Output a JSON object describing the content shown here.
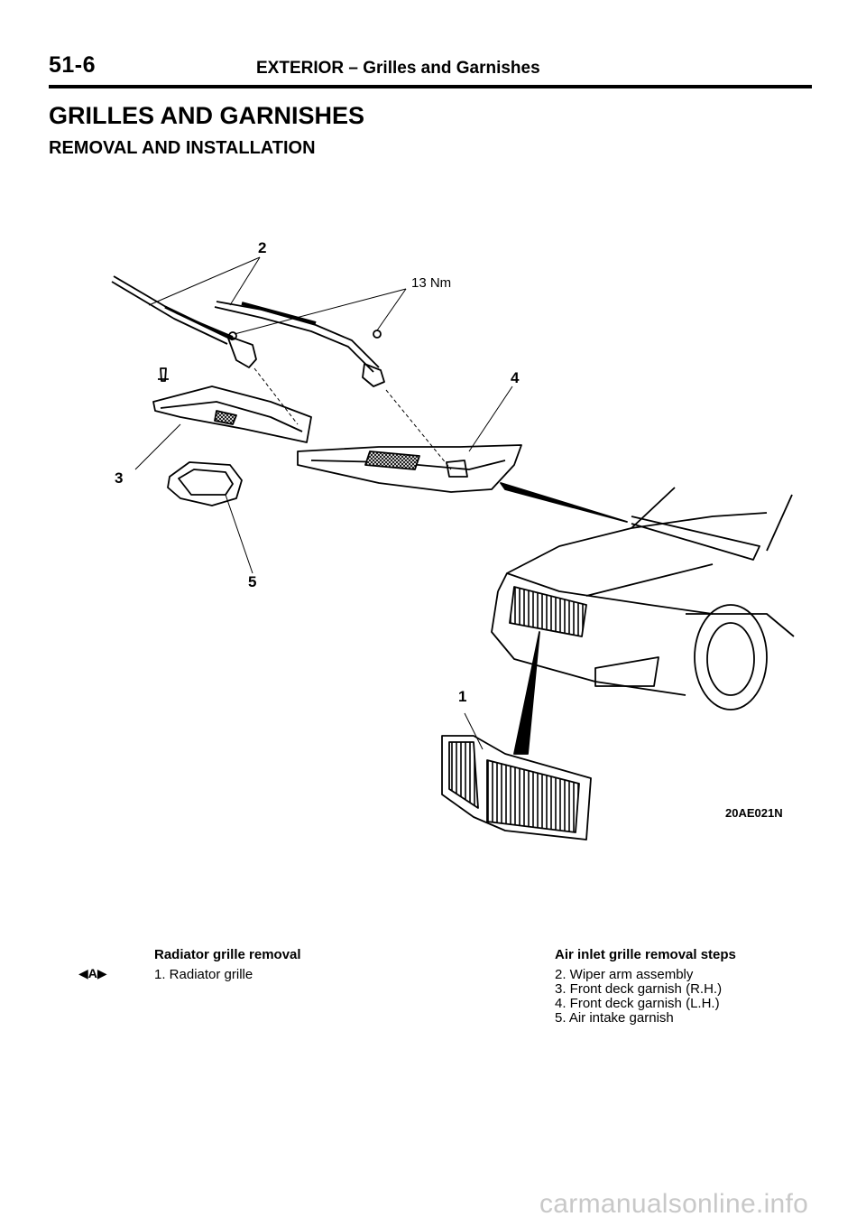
{
  "header": {
    "page_number": "51-6",
    "title": "EXTERIOR – Grilles and Garnishes"
  },
  "section_title": "GRILLES AND GARNISHES",
  "subsection_title": "REMOVAL AND INSTALLATION",
  "figure": {
    "callouts": {
      "c1": "1",
      "c2": "2",
      "c3": "3",
      "c4": "4",
      "c5": "5"
    },
    "torque": "13 Nm",
    "code": "20AE021N"
  },
  "service_mark": "◀A▶",
  "radiator_procedure": {
    "heading": "Radiator grille removal",
    "steps": [
      "1. Radiator grille"
    ]
  },
  "air_inlet_procedure": {
    "heading": "Air inlet grille removal steps",
    "steps": [
      "2. Wiper arm assembly",
      "3. Front deck garnish (R.H.)",
      "4. Front deck garnish (L.H.)",
      "5. Air intake garnish"
    ]
  },
  "watermark": "carmanualsonline.info"
}
